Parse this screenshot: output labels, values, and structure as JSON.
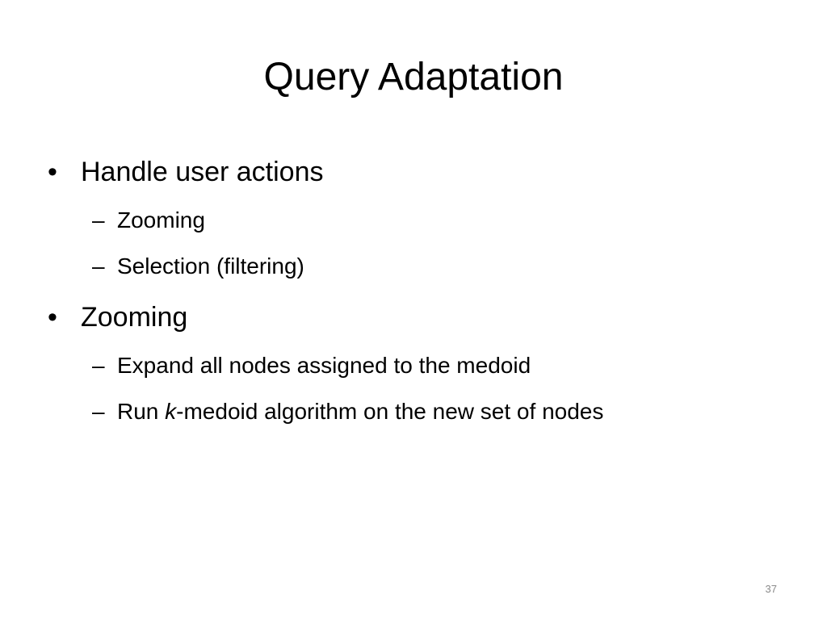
{
  "slide": {
    "title": "Query Adaptation",
    "bullet_marker": "•",
    "sub_marker": "–",
    "items": [
      {
        "level": 1,
        "text": "Handle user actions"
      },
      {
        "level": 2,
        "text": "Zooming"
      },
      {
        "level": 2,
        "text": "Selection (filtering)"
      },
      {
        "level": 1,
        "text": "Zooming"
      },
      {
        "level": 2,
        "text": "Expand all nodes assigned to the medoid"
      },
      {
        "level": 2,
        "text_before": "Run ",
        "text_italic": "k",
        "text_after": "-medoid algorithm on the new set of nodes"
      }
    ],
    "page_number": "37"
  }
}
